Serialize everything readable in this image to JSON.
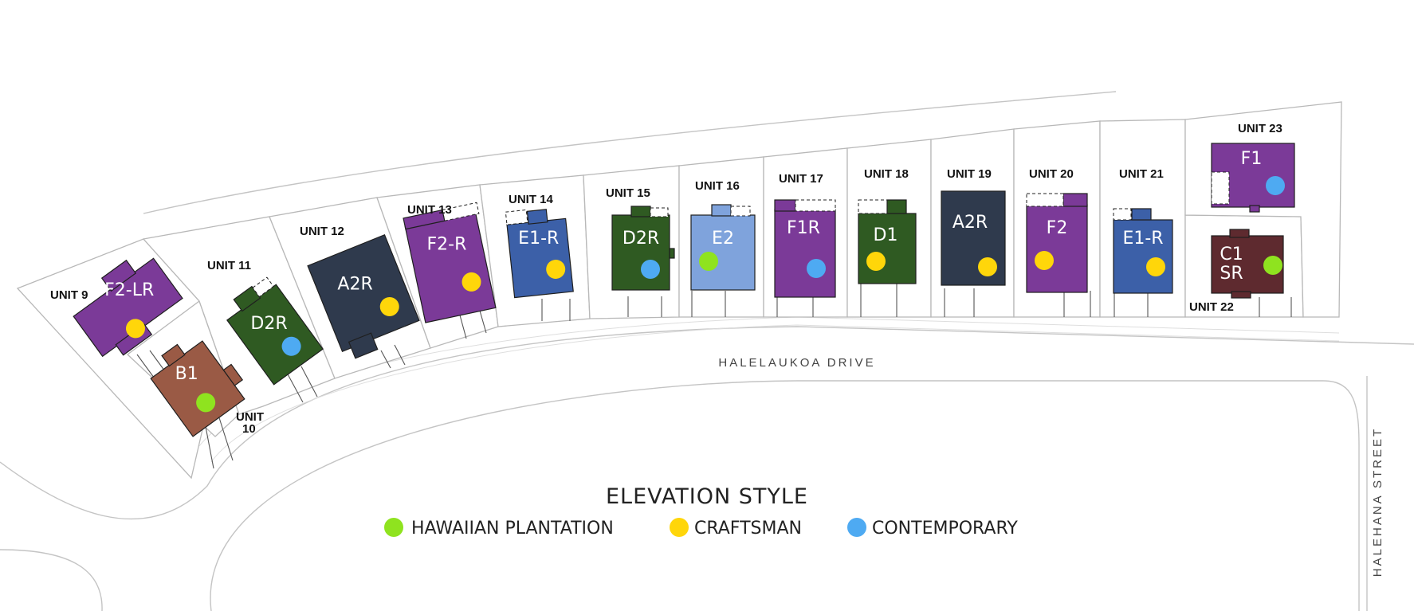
{
  "street_names": {
    "main": "HALELAUKOA DRIVE",
    "side": "HALEHANA STREET"
  },
  "legend": {
    "title": "ELEVATION STYLE",
    "items": [
      {
        "label": "HAWAIIAN PLANTATION",
        "color": "#8fe31f",
        "key": "hawaiian-plantation"
      },
      {
        "label": "CRAFTSMAN",
        "color": "#ffd60a",
        "key": "craftsman"
      },
      {
        "label": "CONTEMPORARY",
        "color": "#4eaaf2",
        "key": "contemporary"
      }
    ]
  },
  "units": [
    {
      "unit": "UNIT 9",
      "plan": "F2-LR",
      "elevation": "craftsman",
      "color": "#7b3a98"
    },
    {
      "unit": "UNIT 10",
      "unit_lines": [
        "UNIT",
        "10"
      ],
      "plan": "B1",
      "elevation": "hawaiian-plantation",
      "color": "#9a5a45"
    },
    {
      "unit": "UNIT 11",
      "plan": "D2R",
      "elevation": "contemporary",
      "color": "#2f5a22"
    },
    {
      "unit": "UNIT 12",
      "plan": "A2R",
      "elevation": "craftsman",
      "color": "#2f3a4d"
    },
    {
      "unit": "UNIT 13",
      "plan": "F2-R",
      "elevation": "craftsman",
      "color": "#7b3a98"
    },
    {
      "unit": "UNIT 14",
      "plan": "E1-R",
      "elevation": "craftsman",
      "color": "#3c60a8"
    },
    {
      "unit": "UNIT 15",
      "plan": "D2R",
      "elevation": "contemporary",
      "color": "#2f5a22"
    },
    {
      "unit": "UNIT 16",
      "plan": "E2",
      "elevation": "hawaiian-plantation",
      "color": "#7fa3dc"
    },
    {
      "unit": "UNIT 17",
      "plan": "F1R",
      "elevation": "contemporary",
      "color": "#7b3a98"
    },
    {
      "unit": "UNIT 18",
      "plan": "D1",
      "elevation": "craftsman",
      "color": "#2f5a22"
    },
    {
      "unit": "UNIT 19",
      "plan": "A2R",
      "elevation": "craftsman",
      "color": "#2f3a4d"
    },
    {
      "unit": "UNIT 20",
      "plan": "F2",
      "elevation": "craftsman",
      "color": "#7b3a98"
    },
    {
      "unit": "UNIT 21",
      "plan": "E1-R",
      "elevation": "craftsman",
      "color": "#3c60a8"
    },
    {
      "unit": "UNIT 22",
      "plan": "C1 SR",
      "plan_lines": [
        "C1",
        "SR"
      ],
      "elevation": "hawaiian-plantation",
      "color": "#5e2a2f"
    },
    {
      "unit": "UNIT 23",
      "plan": "F1",
      "elevation": "contemporary",
      "color": "#7b3a98"
    }
  ]
}
